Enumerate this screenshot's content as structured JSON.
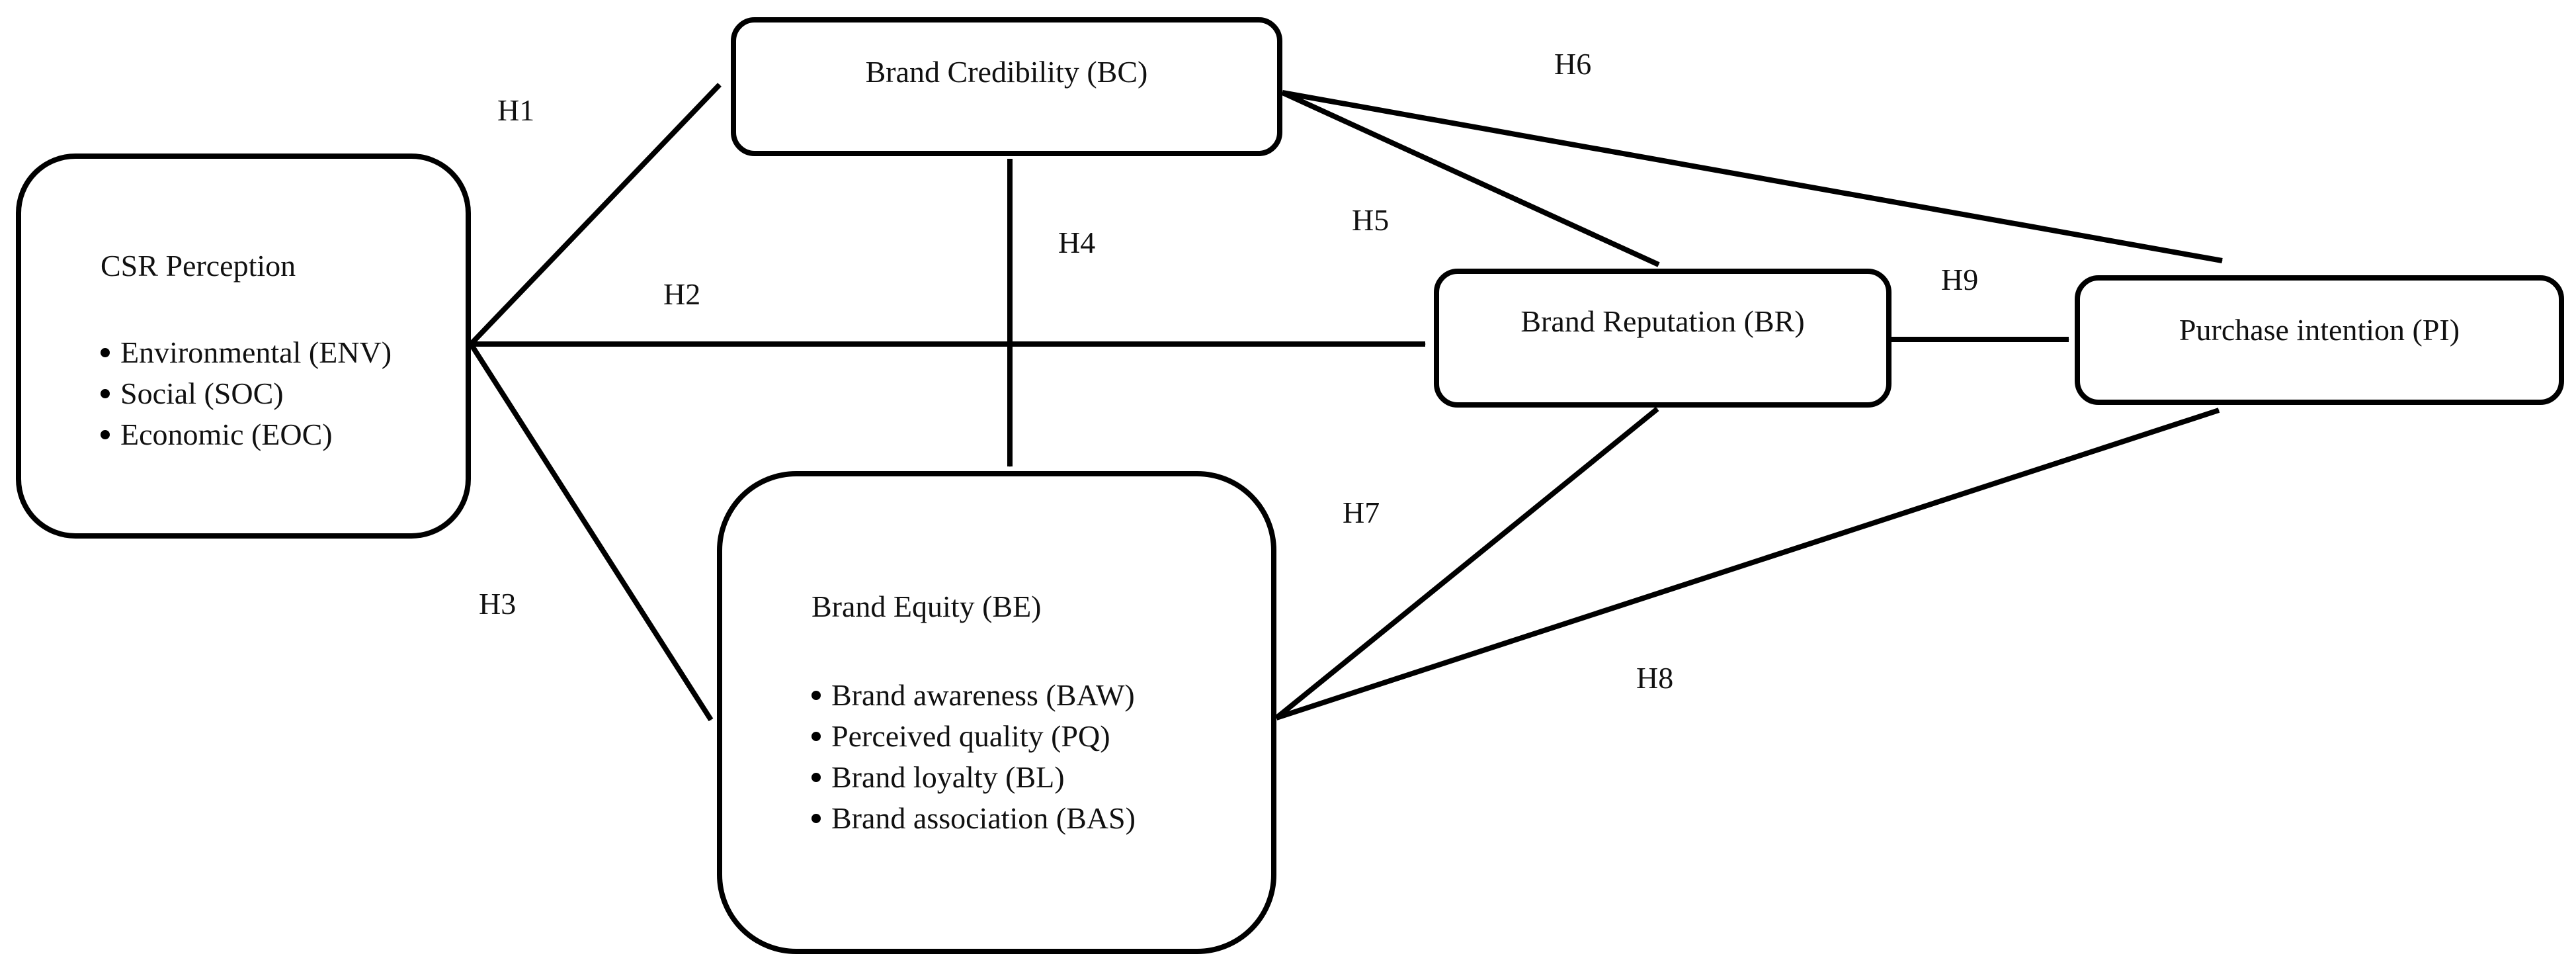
{
  "nodes": {
    "csr": {
      "title": "CSR Perception",
      "items": [
        "Environmental (ENV)",
        "Social (SOC)",
        "Economic (EOC)"
      ]
    },
    "bc": {
      "title": "Brand Credibility (BC)"
    },
    "br": {
      "title": "Brand Reputation (BR)"
    },
    "pi": {
      "title": "Purchase intention (PI)"
    },
    "be": {
      "title": "Brand Equity (BE)",
      "items": [
        "Brand awareness (BAW)",
        "Perceived quality (PQ)",
        "Brand loyalty (BL)",
        "Brand association (BAS)"
      ]
    }
  },
  "edges": [
    {
      "label": "H1",
      "from": "CSR Perception",
      "to": "Brand Credibility (BC)"
    },
    {
      "label": "H2",
      "from": "CSR Perception",
      "to": "Brand Reputation (BR)"
    },
    {
      "label": "H3",
      "from": "CSR Perception",
      "to": "Brand Equity (BE)"
    },
    {
      "label": "H4",
      "from": "Brand Credibility (BC)",
      "to": "Brand Equity (BE)"
    },
    {
      "label": "H5",
      "from": "Brand Credibility (BC)",
      "to": "Brand Reputation (BR)"
    },
    {
      "label": "H6",
      "from": "Brand Credibility (BC)",
      "to": "Purchase intention (PI)"
    },
    {
      "label": "H7",
      "from": "Brand Equity (BE)",
      "to": "Brand Reputation (BR)"
    },
    {
      "label": "H8",
      "from": "Brand Equity (BE)",
      "to": "Purchase intention (PI)"
    },
    {
      "label": "H9",
      "from": "Brand Reputation (BR)",
      "to": "Purchase intention (PI)"
    }
  ]
}
